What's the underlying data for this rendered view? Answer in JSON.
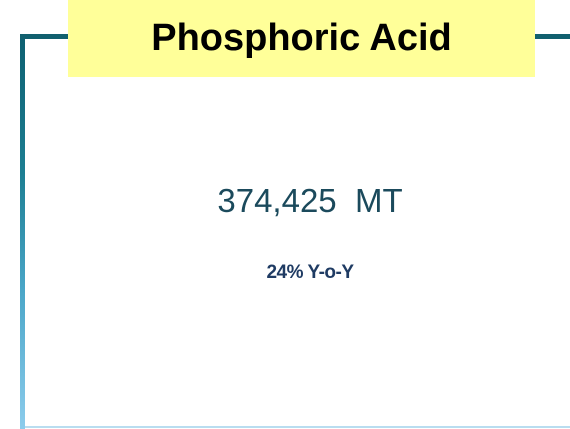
{
  "title": "Phosphoric Acid",
  "volume": {
    "amount": "374,425",
    "unit": "MT",
    "display": "374,425  MT"
  },
  "growth": "24% Y-o-Y",
  "colors": {
    "title_background": "#ffff99",
    "frame_dark": "#11606f",
    "frame_light": "#8cccec",
    "value_text": "#1b4a5c",
    "growth_text": "#1f3b63"
  }
}
